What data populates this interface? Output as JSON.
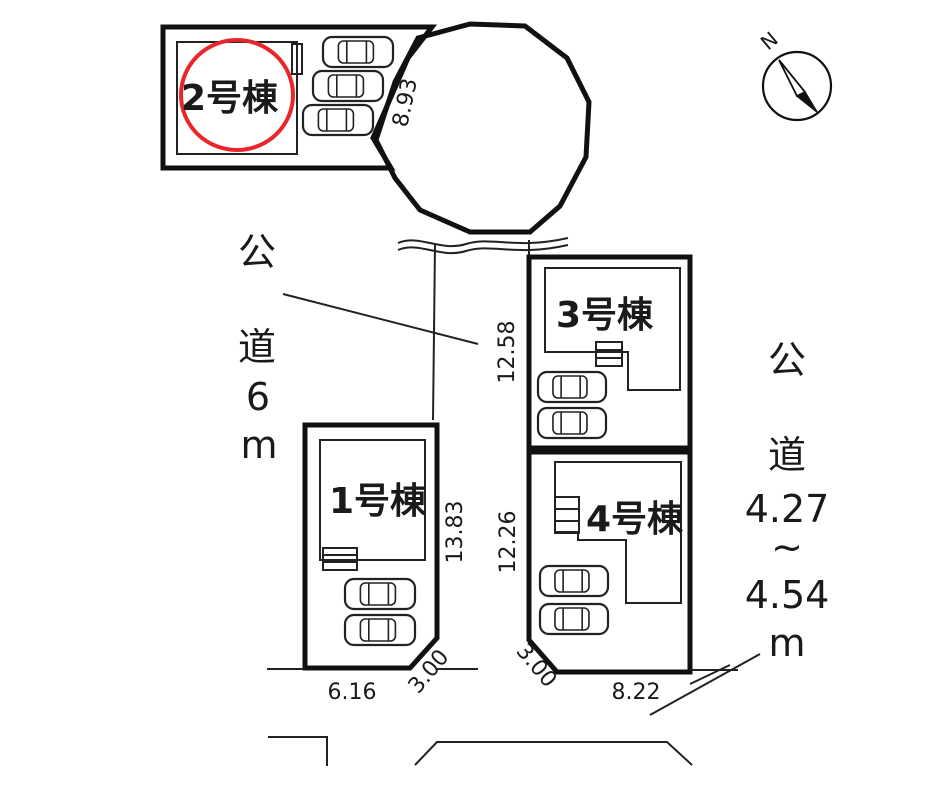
{
  "buildings": {
    "b1": "1号棟",
    "b2": "2号棟",
    "b3": "3号棟",
    "b4": "4号棟"
  },
  "roads": {
    "west": {
      "chars": [
        "公",
        "道",
        "6",
        "m"
      ]
    },
    "east": {
      "chars": [
        "公",
        "道",
        "4.27",
        "~",
        "4.54",
        "m"
      ]
    }
  },
  "dimensions": {
    "d893": "8.93",
    "d1258": "12.58",
    "d1383": "13.83",
    "d1226": "12.26",
    "d300a": "3.00",
    "d300b": "3.00",
    "d616": "6.16",
    "d822": "8.22"
  },
  "compass": {
    "label": "N"
  },
  "colors": {
    "highlight": "#e8262b",
    "line": "#111111"
  }
}
